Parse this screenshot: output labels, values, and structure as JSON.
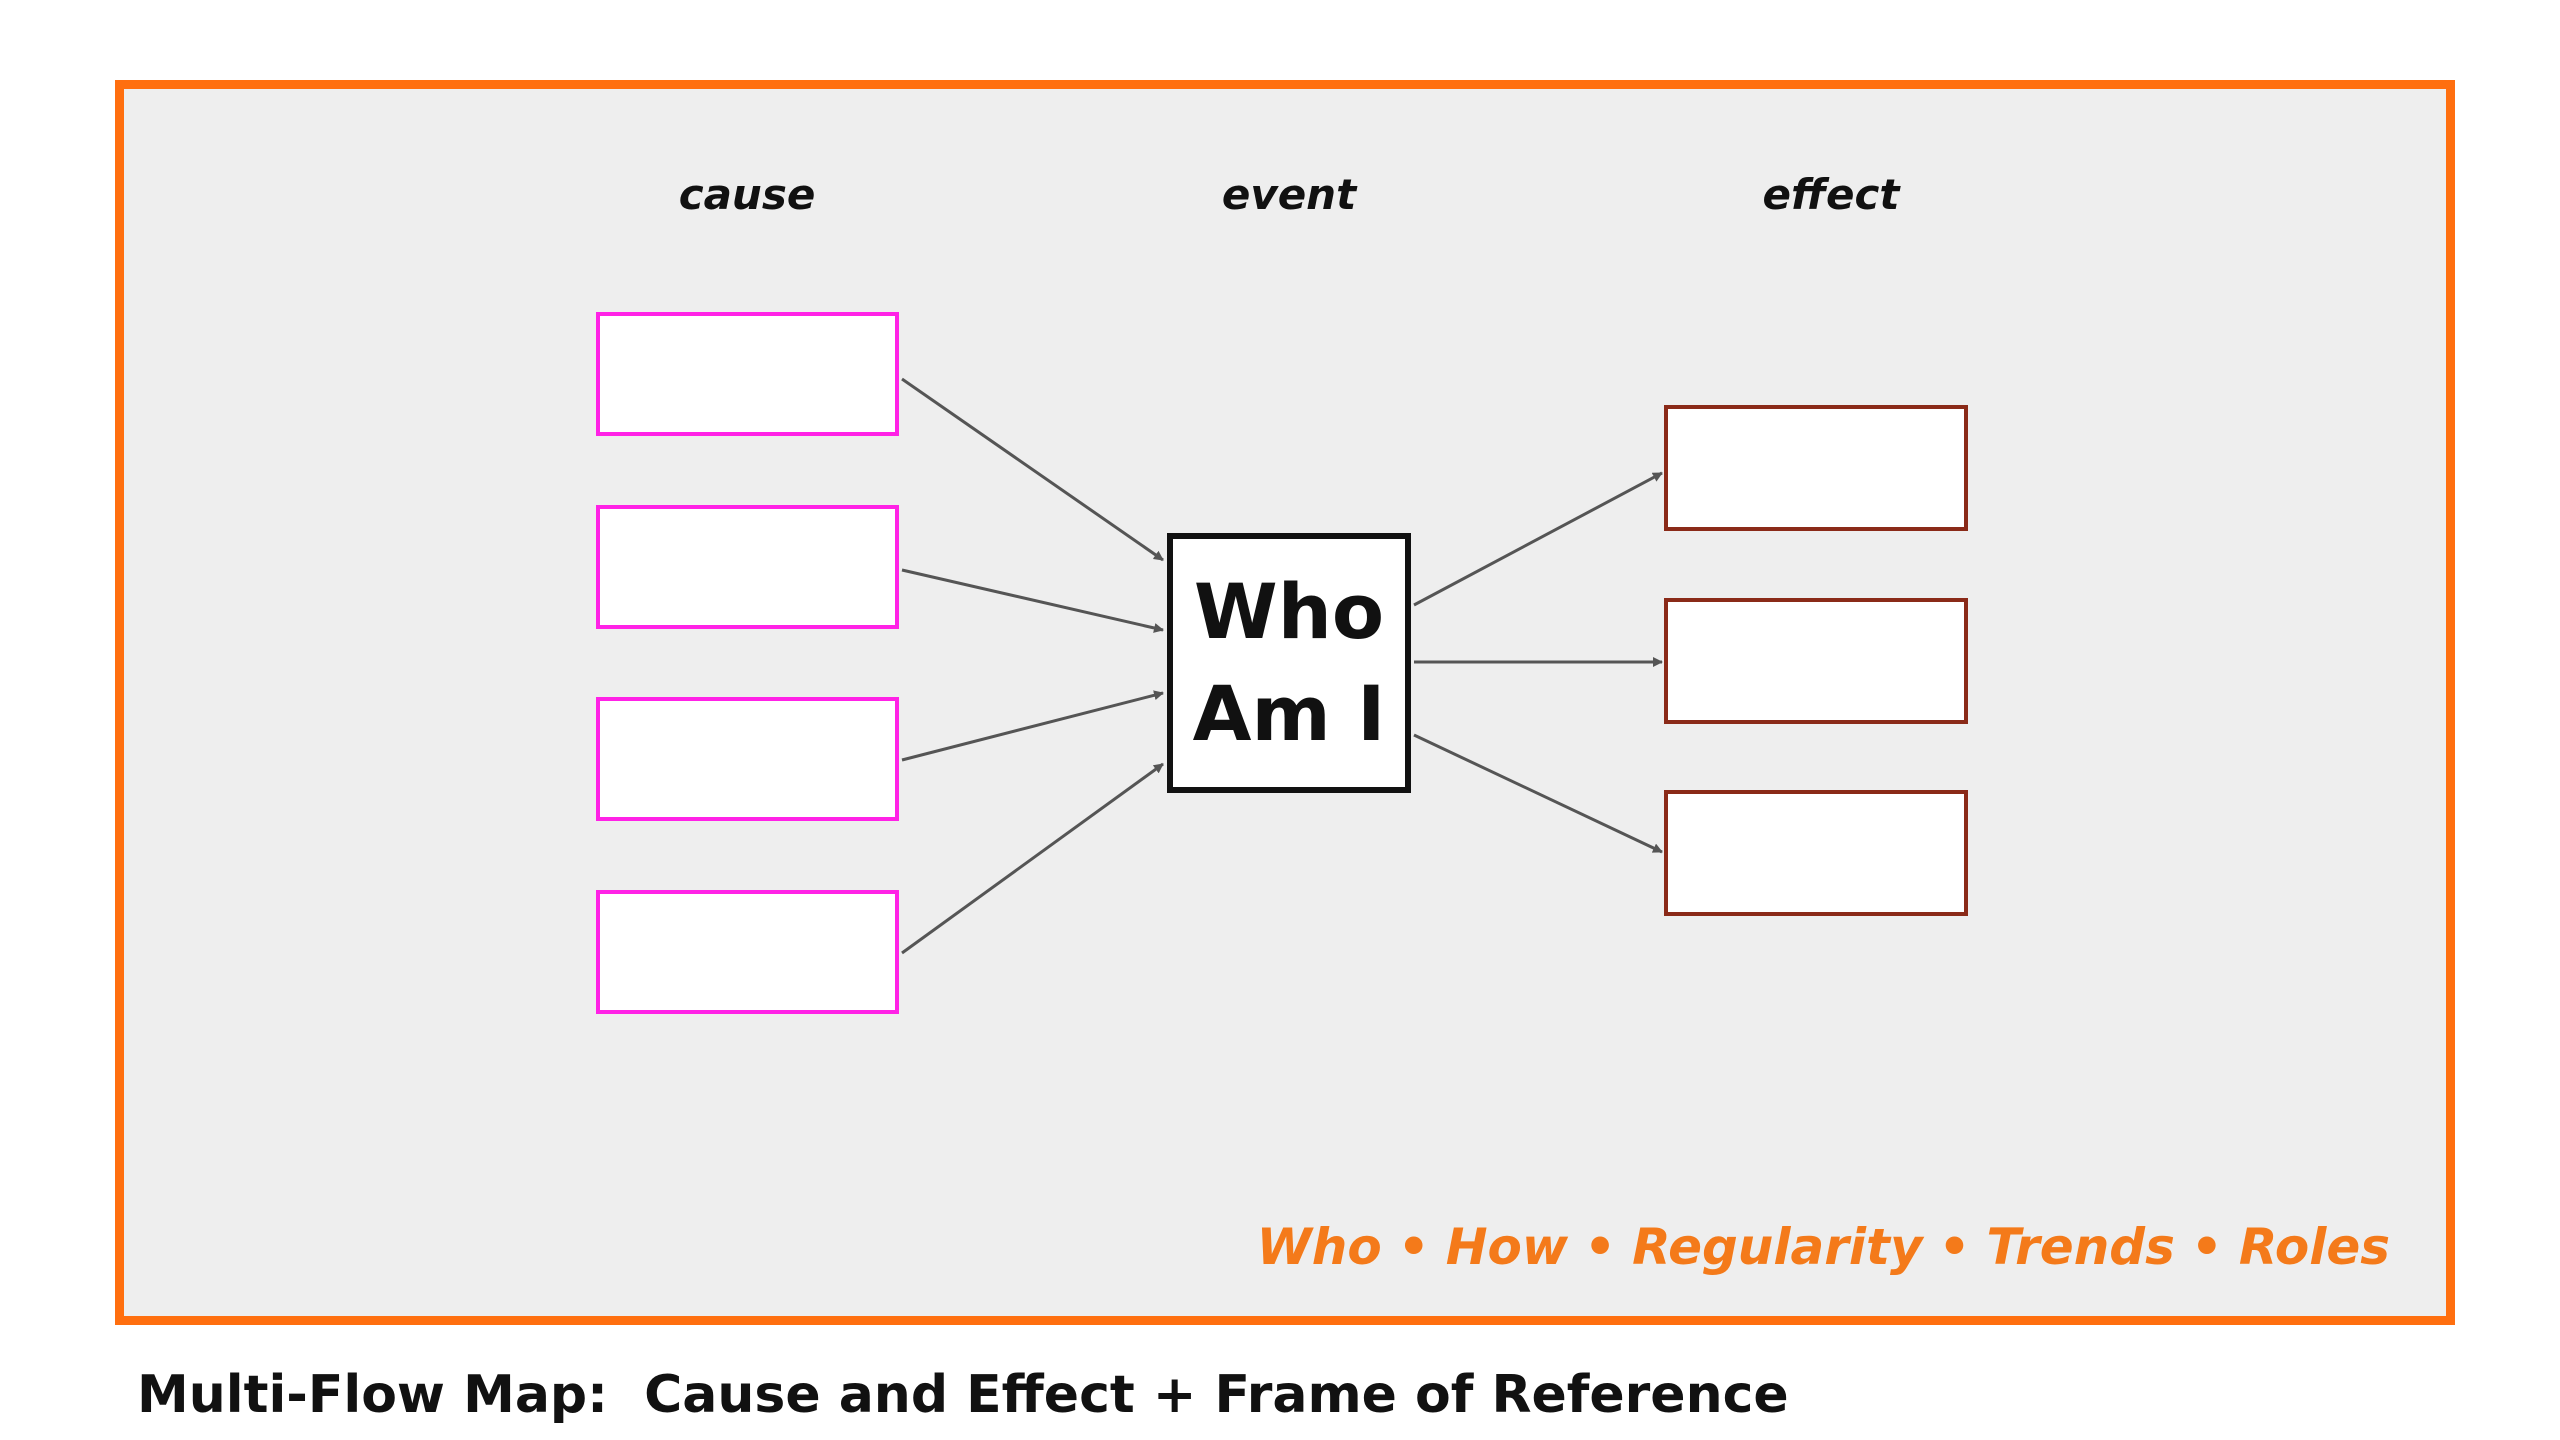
{
  "diagram": {
    "column_labels": {
      "cause": "cause",
      "event": "event",
      "effect": "effect"
    },
    "event": {
      "line1": "Who",
      "line2": "Am I"
    },
    "cause_boxes": [
      "",
      "",
      "",
      ""
    ],
    "effect_boxes": [
      "",
      "",
      ""
    ],
    "frame_of_reference": {
      "items": [
        "Who",
        "How",
        "Regularity",
        "Trends",
        "Roles"
      ],
      "separator": "•"
    },
    "caption": "Multi-Flow Map:  Cause and Effect + Frame of Reference",
    "colors": {
      "frame_border": "#ff6f0f",
      "frame_fill": "#eeeeee",
      "cause_border": "#ff22e6",
      "effect_border": "#8a2a18",
      "event_border": "#111111",
      "arrow": "#555555",
      "frame_reference_text": "#f47a1a"
    }
  }
}
